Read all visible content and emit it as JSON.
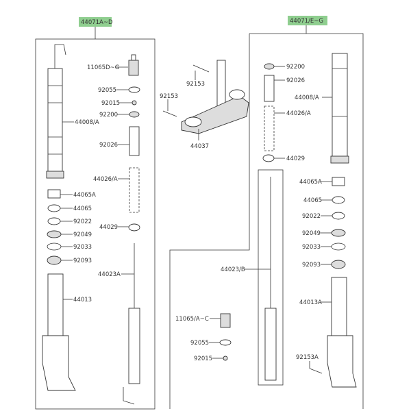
{
  "left_group": {
    "code": "44071A~D",
    "labels": {
      "a": "11065D~G",
      "b": "92055",
      "c": "92015",
      "d": "92200",
      "e": "44008/A",
      "f": "92026",
      "g": "44026/A",
      "h": "44065A",
      "i": "44065",
      "j": "92022",
      "k": "44029",
      "l": "92049",
      "m": "92033",
      "n": "92093",
      "o": "44023A",
      "p": "44013"
    }
  },
  "middle_group": {
    "labels": {
      "a": "92153",
      "b": "92153",
      "c": "44037"
    }
  },
  "right_group": {
    "code": "44071/E~G",
    "labels": {
      "a": "92200",
      "b": "92026",
      "c": "44008/A",
      "d": "44026/A",
      "e": "44029",
      "f": "44065A",
      "g": "44065",
      "h": "92022",
      "i": "92049",
      "j": "92033",
      "k": "92093",
      "l": "44023/B",
      "m": "44013A",
      "n": "11065/A~C",
      "o": "92055",
      "p": "92015",
      "q": "92153A"
    }
  },
  "colors": {
    "header_bg": "#8fce8f"
  }
}
